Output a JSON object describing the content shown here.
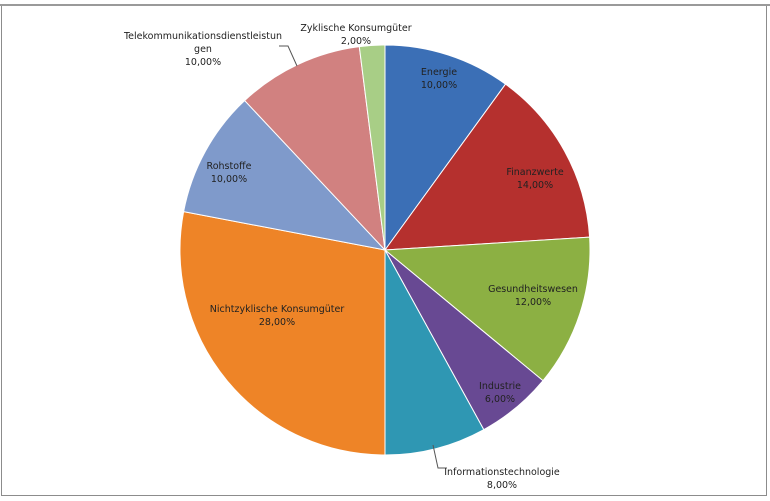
{
  "chart_data": {
    "type": "pie",
    "title": "",
    "start_angle_deg": 0,
    "direction": "clockwise",
    "categories": [
      "Energie",
      "Finanzwerte",
      "Gesundheitswesen",
      "Industrie",
      "Informationstechnologie",
      "Nichtzyklische Konsumgüter",
      "Rohstoffe",
      "Telekommunikationsdienstleistungen",
      "Zyklische Konsumgüter"
    ],
    "values": [
      10,
      14,
      12,
      6,
      8,
      28,
      10,
      10,
      2
    ],
    "value_labels": [
      "10,00%",
      "14,00%",
      "12,00%",
      "6,00%",
      "8,00%",
      "28,00%",
      "10,00%",
      "10,00%",
      "2,00%"
    ],
    "label_lines": [
      [
        "Energie"
      ],
      [
        "Finanzwerte"
      ],
      [
        "Gesundheitswesen"
      ],
      [
        "Industrie"
      ],
      [
        "Informationstechnologie"
      ],
      [
        "Nichtzyklische Konsumgüter"
      ],
      [
        "Rohstoffe"
      ],
      [
        "Telekommunikationsdienstleistun",
        "gen"
      ],
      [
        "Zyklische Konsumgüter"
      ]
    ],
    "colors": [
      "#3b6fb6",
      "#b5302e",
      "#8cb043",
      "#684993",
      "#2f97b3",
      "#ee8427",
      "#7f9acb",
      "#d18180",
      "#a8ce86"
    ],
    "legend": "none"
  }
}
